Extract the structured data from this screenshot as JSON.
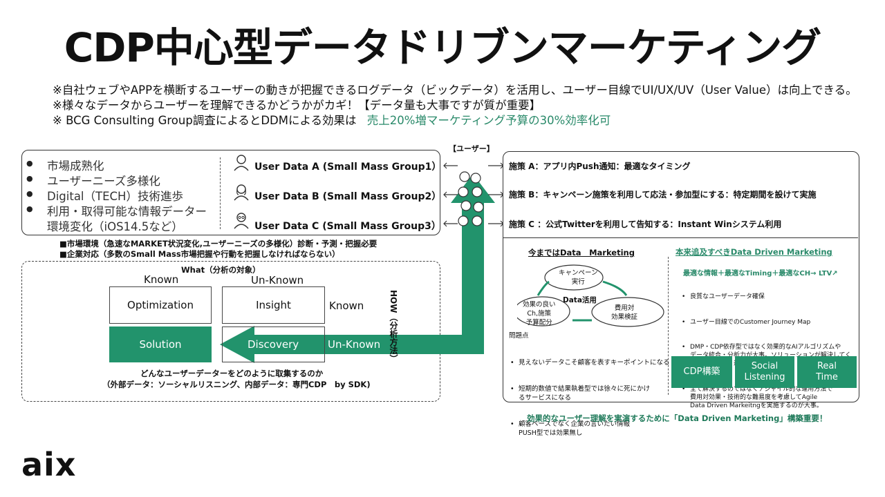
{
  "title": "CDP中心型データドリブンマーケティング",
  "notes": [
    "※自社ウェブやAPPを横断するユーザーの動きが把握できるログデータ（ビックデータ）を活用し、ユーザー目線でUI/UX/UV（User Value）は向上できる。",
    "※様々なデータからユーザーを理解できるかどうかがカギ！【データ量も大事ですが質が重要】",
    "※ BCG Consulting Group調査によるとDDMによる効果は"
  ],
  "note_accent": "売上20%増マーケティング予算の30%効率化可",
  "user_label": "【ユーザー】",
  "market_bullets": [
    "市場成熟化",
    "ユーザーニーズ多様化",
    "Digital（TECH）技術進歩",
    "利用・取得可能な情報データー",
    "環境変化（iOS14.5など）"
  ],
  "user_data": [
    "User Data A (Small Mass Group1）",
    "User Data B (Small Mass Group2）",
    "User Data C (Small Mass Group3）"
  ],
  "env_notes": [
    "■市場環境（急速なMARKET状況変化,ユーザーニーズの多様化）診断・予測・把握必要",
    "■企業対応（多数のSmall  Mass市場把握や行動を把握しなければならない）"
  ],
  "matrix": {
    "what": "What（分析の対象）",
    "known": "Known",
    "unknown": "Un-Known",
    "how": "HOW（分析方法）",
    "row_known": "Known",
    "row_unknown": "Un-Known",
    "cells": [
      "Optimization",
      "Insight",
      "Solution",
      "Discovery"
    ],
    "caption1": "どんなユーザーデーターをどのように取集するのか",
    "caption2": "（外部データ：ソーシャルリスニング、内部データ：専門CDP　by SDK)"
  },
  "measures": [
    "施策 A：アプリ内Push通知：最適なタイミング",
    "施策 B：キャンペーン施策を利用して応法・参加型にする：特定期間を設けて実施",
    "施策 C ：公式Twitterを利用して告知する：Instant  Winシステム利用"
  ],
  "left_panel": {
    "title": "今まではData　Marketing",
    "cycle": [
      "キャンペーン\n実行",
      "効果の良い\nCh,施策\n予算配分",
      "費用対\n効果検証"
    ],
    "center": "Data活用",
    "problem_title": "問題点",
    "problems": [
      "見えないデータこそ顧客を表すキーポイントになる",
      "短期的数値で結果執着型では徐々に死にかけ\nるサービスになる",
      "顧客ベースでなく企業の言いたい情報\nPUSH型では効果無し"
    ]
  },
  "right_panel": {
    "title": "本来追及すべきData  Driven  Marketing",
    "formula": "最適な情報＋最適なTiming＋最適なCH→  LTV↗",
    "points": [
      "良質なユーザーデータ確保",
      "ユーザー目線でのCustomer Journey Map",
      "DMP・CDP依存型ではなく効果的なAIアルゴリズムや\nデータ統合・分析力が大事。ソリューションが解決してく\nれるのではなく運用最適化が必要。",
      "全て解決するのではなくアジャイル的な運用方法で\n費用対効果・技術的な難易度を考慮してAgile\nData Driven Markeitngを実施するのが大事。"
    ],
    "buttons": [
      "CDP構築",
      "Social\nListening",
      "Real\nTime"
    ]
  },
  "bottom_note": "効果的なユーザー理解を実演するために「Data  Driven Marketing」構築重要！",
  "logo": "aix",
  "colors": {
    "accent": "#22936c",
    "text": "#111111"
  }
}
